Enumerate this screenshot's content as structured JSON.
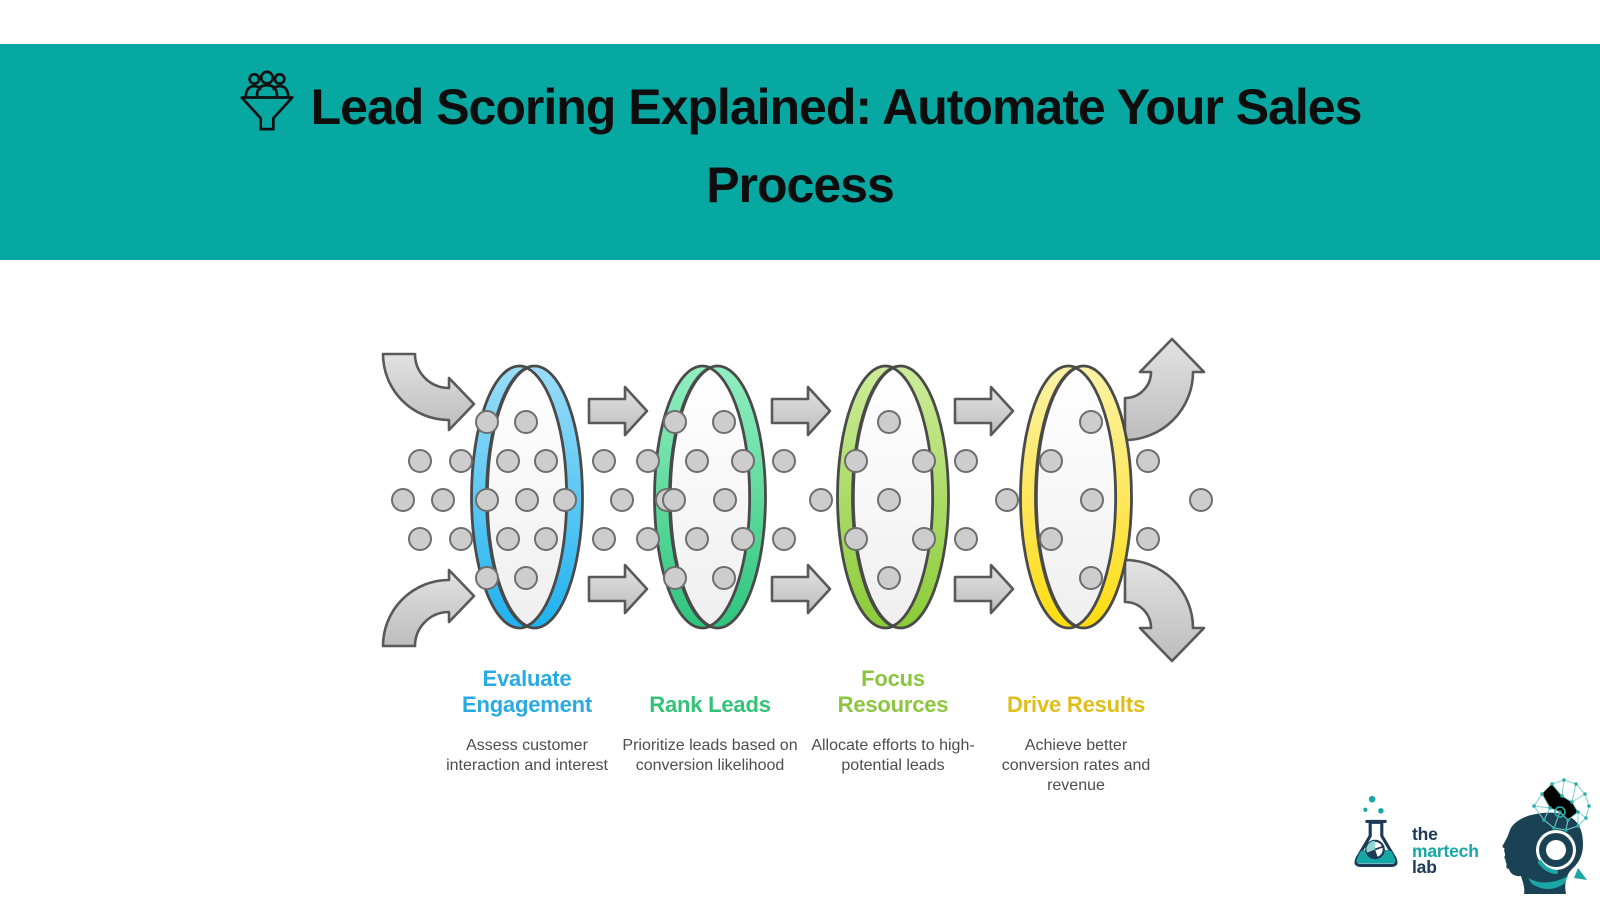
{
  "banner": {
    "background_color": "#07A7A2",
    "title_icon": "funnel-people-icon",
    "title_line1": "Lead Scoring Explained: Automate Your Sales",
    "title_line2": "Process"
  },
  "steps": [
    {
      "name": "evaluate-engagement",
      "title_lines": [
        "Evaluate",
        "Engagement"
      ],
      "accent_color": "#29ABE2",
      "ring_color_top": "#9ADDF8",
      "ring_color_bottom": "#1FB2EF",
      "description": "Assess customer interaction and interest"
    },
    {
      "name": "rank-leads",
      "title_lines": [
        "Rank Leads"
      ],
      "accent_color": "#33C377",
      "ring_color_top": "#92EFC0",
      "ring_color_bottom": "#2EC57D",
      "description": "Prioritize leads based on conversion likelihood"
    },
    {
      "name": "focus-resources",
      "title_lines": [
        "Focus",
        "Resources"
      ],
      "accent_color": "#8CC63F",
      "ring_color_top": "#CDEC9A",
      "ring_color_bottom": "#8BCB37",
      "description": "Allocate efforts to high-potential leads"
    },
    {
      "name": "drive-results",
      "title_lines": [
        "Drive Results"
      ],
      "accent_color": "#E0BE1A",
      "ring_color_top": "#FCF2A8",
      "ring_color_bottom": "#FFDC0F",
      "description": "Achieve better conversion rates and revenue"
    }
  ],
  "diagram": {
    "lead_dot_color": "#CDCDCD",
    "arrow_color": "#CFCFCF",
    "flow_direction": "left-to-right"
  },
  "footer": {
    "martech_lab_logo": {
      "lines": [
        "the",
        "martech",
        "lab"
      ],
      "navy": "#1C3A56",
      "teal": "#14A7A6"
    },
    "head_logo": "ai-head-network-logo"
  }
}
